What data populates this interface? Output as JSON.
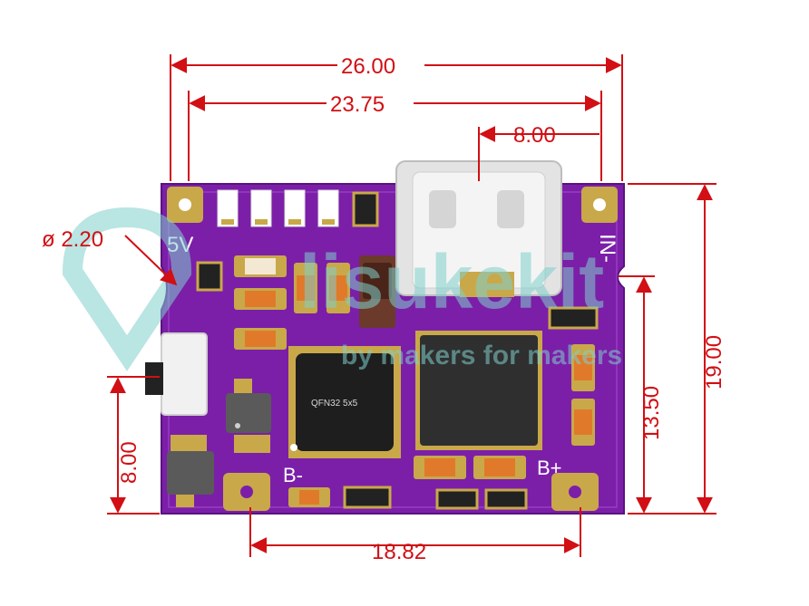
{
  "dimensions": {
    "width_overall": "26.00",
    "width_holes": "23.75",
    "usb_width": "8.00",
    "hole_diameter": "ø 2.20",
    "height_overall": "19.00",
    "height_inner": "13.50",
    "switch_height": "8.00",
    "pad_spacing": "18.82"
  },
  "board": {
    "label_5v": "5V",
    "label_in": "IN-",
    "label_bminus": "B-",
    "label_bplus": "B+",
    "chip_marking": "QFN32 5x5"
  },
  "watermark": {
    "brand": "lisukekit",
    "tagline": "by makers for makers"
  },
  "colors": {
    "board": "#7b1fa8",
    "dimension": "#d10f14",
    "pad": "#c9a84a",
    "component": "#e07a2a"
  }
}
